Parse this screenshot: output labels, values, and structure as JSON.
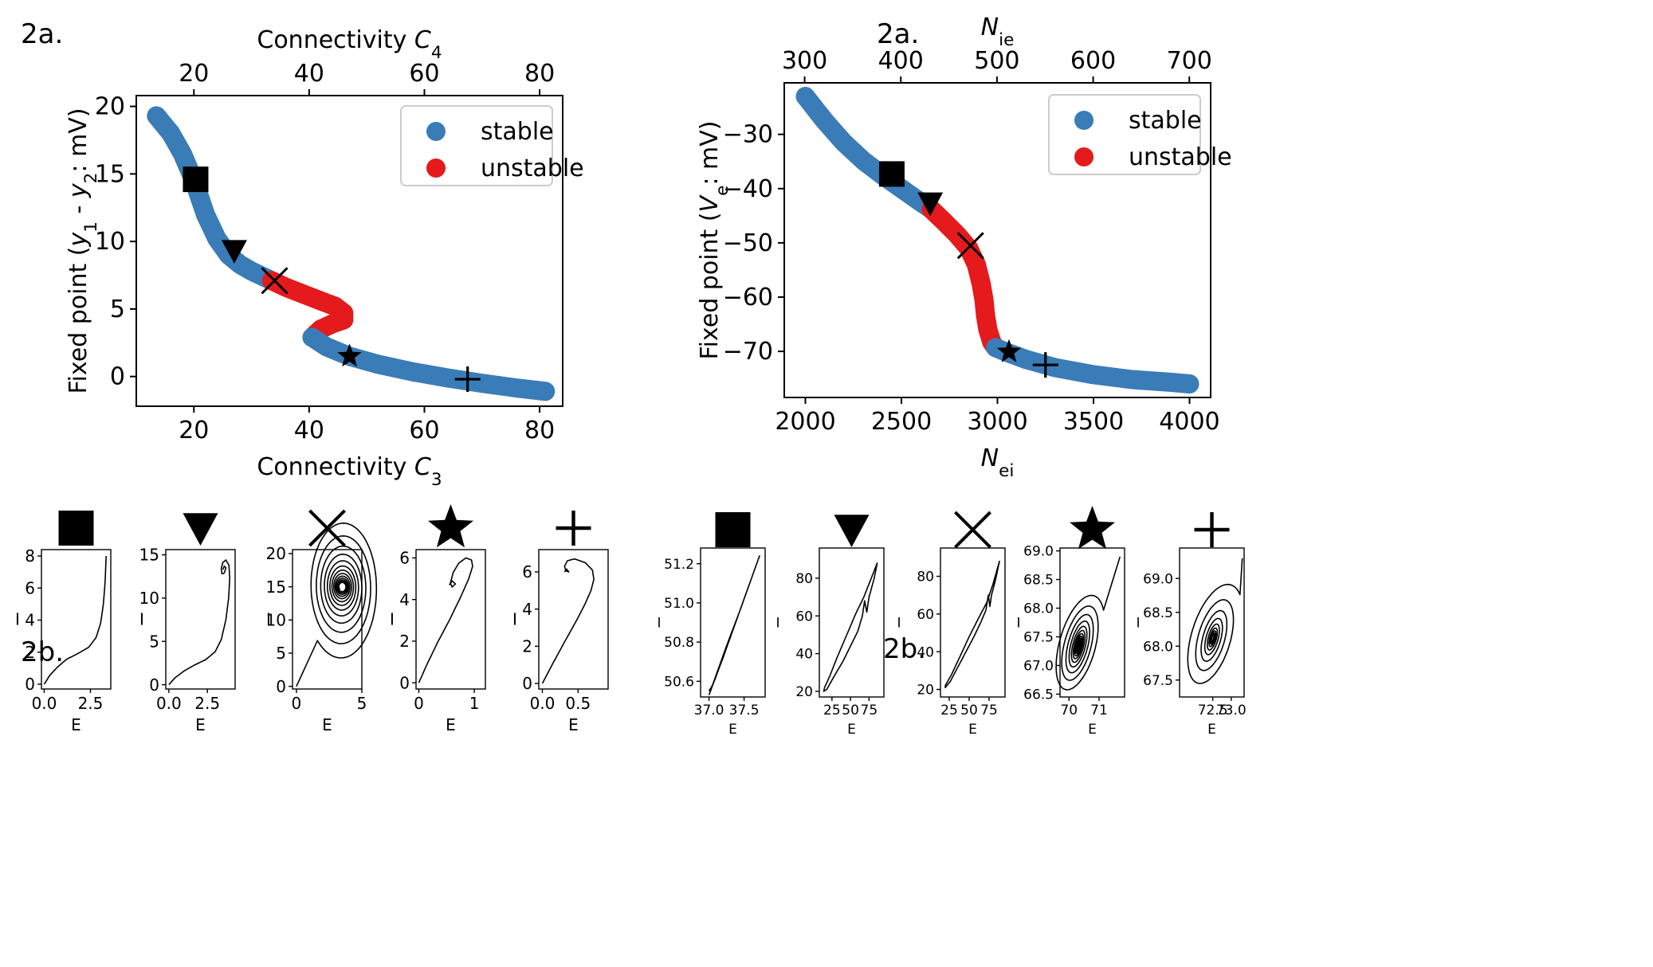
{
  "figure": {
    "panels": {
      "left_a": "2a.",
      "right_a": "2a.",
      "left_b": "2b.",
      "right_b": "2b."
    }
  },
  "chart_data": [
    {
      "id": "left-main",
      "type": "scatter",
      "xlabel": "Connectivity C_3",
      "x2label": "Connectivity C_4",
      "ylabel": "Fixed point (y_1 - y_2: mV)",
      "xlim": [
        10,
        84
      ],
      "ylim": [
        -2.2,
        20.8
      ],
      "x2lim": [
        10,
        84
      ],
      "xticks": [
        "20",
        "40",
        "60",
        "80"
      ],
      "x2ticks": [
        "20",
        "40",
        "60",
        "80"
      ],
      "yticks": [
        "0",
        "5",
        "10",
        "15",
        "20"
      ],
      "legend": {
        "position": "top-right",
        "entries": [
          {
            "label": "stable",
            "color": "#3a7cb8"
          },
          {
            "label": "unstable",
            "color": "#e41a1c"
          }
        ]
      },
      "series": [
        {
          "name": "stable",
          "color": "#3a7cb8",
          "x": [
            13.5,
            16,
            18,
            20,
            22,
            24,
            26,
            28,
            30,
            32,
            33.5
          ],
          "y": [
            19.3,
            18.0,
            16.5,
            14.5,
            12.0,
            10.2,
            9.0,
            8.3,
            7.8,
            7.4,
            7.1
          ]
        },
        {
          "name": "unstable",
          "color": "#e41a1c",
          "x": [
            33.5,
            36,
            39,
            42,
            44.5,
            46,
            46,
            44,
            42,
            40.5
          ],
          "y": [
            7.1,
            6.6,
            6.1,
            5.6,
            5.2,
            4.7,
            4.2,
            3.9,
            3.5,
            2.9
          ]
        },
        {
          "name": "stable",
          "color": "#3a7cb8",
          "x": [
            40.5,
            43,
            47,
            52,
            58,
            64,
            70,
            76,
            81
          ],
          "y": [
            2.9,
            2.2,
            1.5,
            0.9,
            0.35,
            -0.1,
            -0.5,
            -0.85,
            -1.1
          ]
        }
      ],
      "markers": [
        {
          "symbol": "square",
          "x": 20.3,
          "y": 14.6
        },
        {
          "symbol": "triangle",
          "x": 27,
          "y": 9.3
        },
        {
          "symbol": "x",
          "x": 34,
          "y": 7.1
        },
        {
          "symbol": "star",
          "x": 47,
          "y": 1.5
        },
        {
          "symbol": "plus",
          "x": 67.5,
          "y": -0.2
        }
      ]
    },
    {
      "id": "right-main",
      "type": "scatter",
      "xlabel": "N_ei",
      "x2label": "N_ie",
      "ylabel": "Fixed point (V_e: mV)",
      "xlim": [
        1890,
        4110
      ],
      "ylim": [
        -78.5,
        -20.5
      ],
      "x2lim": [
        278.8,
        722.2
      ],
      "xticks": [
        "2000",
        "2500",
        "3000",
        "3500",
        "4000"
      ],
      "x2ticks": [
        "300",
        "400",
        "500",
        "600",
        "700"
      ],
      "yticks": [
        "−30",
        "−40",
        "−50",
        "−60",
        "−70"
      ],
      "legend": {
        "position": "top-right",
        "entries": [
          {
            "label": "stable",
            "color": "#3a7cb8"
          },
          {
            "label": "unstable",
            "color": "#e41a1c"
          }
        ]
      },
      "series": [
        {
          "name": "stable",
          "color": "#3a7cb8",
          "x": [
            2000,
            2100,
            2200,
            2300,
            2400,
            2500,
            2600,
            2655
          ],
          "y": [
            -23,
            -27.5,
            -31.5,
            -34.8,
            -37.5,
            -40,
            -42.5,
            -43.8
          ]
        },
        {
          "name": "unstable",
          "color": "#e41a1c",
          "x": [
            2655,
            2720,
            2790,
            2850,
            2890,
            2915,
            2930,
            2938,
            2950,
            2970,
            2990
          ],
          "y": [
            -43.8,
            -46,
            -48.5,
            -51,
            -54,
            -57.5,
            -60.5,
            -63.5,
            -66,
            -68.3,
            -69.3
          ]
        },
        {
          "name": "stable",
          "color": "#3a7cb8",
          "x": [
            2990,
            3050,
            3150,
            3300,
            3500,
            3700,
            3900,
            4000
          ],
          "y": [
            -69.3,
            -70.2,
            -71.5,
            -73,
            -74.3,
            -75.2,
            -75.7,
            -76
          ]
        }
      ],
      "markers": [
        {
          "symbol": "square",
          "x": 2450,
          "y": -37.3
        },
        {
          "symbol": "triangle",
          "x": 2650,
          "y": -42.7
        },
        {
          "symbol": "x",
          "x": 2860,
          "y": -50.5
        },
        {
          "symbol": "star",
          "x": 3060,
          "y": -70.1
        },
        {
          "symbol": "plus",
          "x": 3250,
          "y": -72.5
        }
      ]
    },
    {
      "id": "left-small",
      "type": "line",
      "xlabel": "E",
      "ylabel": "I",
      "plots": [
        {
          "symbol": "square",
          "xlim": [
            -0.15,
            3.6
          ],
          "ylim": [
            -0.3,
            8.4
          ],
          "xticks": [
            0,
            2.5
          ],
          "xtick_labels": [
            "0.0",
            "2.5"
          ],
          "yticks": [
            0,
            2,
            4,
            6,
            8
          ],
          "ytick_labels": [
            "0",
            "2",
            "4",
            "6",
            "8"
          ],
          "curve": {
            "kind": "path",
            "x": [
              0,
              0.3,
              0.7,
              1.2,
              1.8,
              2.4,
              2.8,
              3.05,
              3.2,
              3.3,
              3.35
            ],
            "y": [
              0,
              0.55,
              1.05,
              1.55,
              1.9,
              2.3,
              2.9,
              3.8,
              5.0,
              6.5,
              8.0
            ]
          }
        },
        {
          "symbol": "triangle",
          "xlim": [
            -0.2,
            4.3
          ],
          "ylim": [
            -0.5,
            15.6
          ],
          "xticks": [
            0,
            2.5
          ],
          "xtick_labels": [
            "0.0",
            "2.5"
          ],
          "yticks": [
            0,
            5,
            10,
            15
          ],
          "ytick_labels": [
            "0",
            "5",
            "10",
            "15"
          ],
          "curve": {
            "kind": "path",
            "x": [
              0,
              0.4,
              1.0,
              1.7,
              2.4,
              3.0,
              3.4,
              3.7,
              3.88,
              3.95,
              3.9,
              3.7,
              3.5,
              3.4,
              3.45,
              3.6,
              3.7,
              3.6,
              3.5
            ],
            "y": [
              0,
              0.8,
              1.6,
              2.3,
              2.9,
              3.8,
              5.2,
              7.5,
              10.0,
              12.3,
              13.8,
              14.4,
              14.1,
              13.4,
              12.8,
              12.9,
              13.5,
              13.7,
              13.3
            ]
          }
        },
        {
          "symbol": "x",
          "xlim": [
            -0.3,
            5.0
          ],
          "ylim": [
            -0.4,
            20.6
          ],
          "xticks": [
            0,
            5
          ],
          "xtick_labels": [
            "0",
            "5"
          ],
          "yticks": [
            0,
            5,
            10,
            15,
            20
          ],
          "ytick_labels": [
            "0",
            "5",
            "10",
            "15",
            "20"
          ],
          "curve": {
            "kind": "spiral",
            "start": [
              0,
              0
            ],
            "center": [
              3.5,
              15.0
            ],
            "rx_max": 2.8,
            "ry_max": 11.0,
            "rx_min": 0.25,
            "ry_min": 0.6,
            "turns": 13
          }
        },
        {
          "symbol": "star",
          "xlim": [
            -0.05,
            1.2
          ],
          "ylim": [
            -0.3,
            6.4
          ],
          "xticks": [
            0,
            1
          ],
          "xtick_labels": [
            "0",
            "1"
          ],
          "yticks": [
            0,
            2,
            4,
            6
          ],
          "ytick_labels": [
            "0",
            "2",
            "4",
            "6"
          ],
          "curve": {
            "kind": "path",
            "x": [
              0,
              0.15,
              0.35,
              0.55,
              0.75,
              0.9,
              0.97,
              0.95,
              0.85,
              0.72,
              0.62,
              0.57,
              0.6,
              0.66,
              0.6,
              0.55
            ],
            "y": [
              0,
              0.9,
              2.0,
              3.0,
              4.1,
              5.0,
              5.6,
              5.9,
              6.0,
              5.75,
              5.3,
              4.8,
              4.6,
              4.75,
              4.9,
              4.7
            ]
          }
        },
        {
          "symbol": "plus",
          "xlim": [
            -0.05,
            0.92
          ],
          "ylim": [
            -0.3,
            7.2
          ],
          "xticks": [
            0,
            0.5
          ],
          "xtick_labels": [
            "0.0",
            "0.5"
          ],
          "yticks": [
            0,
            2,
            4,
            6
          ],
          "ytick_labels": [
            "0",
            "2",
            "4",
            "6"
          ],
          "curve": {
            "kind": "path",
            "x": [
              0,
              0.15,
              0.32,
              0.48,
              0.6,
              0.68,
              0.72,
              0.7,
              0.6,
              0.45,
              0.35,
              0.31,
              0.33,
              0.37,
              0.34,
              0.31
            ],
            "y": [
              0,
              1.1,
              2.3,
              3.4,
              4.3,
              5.0,
              5.6,
              6.1,
              6.5,
              6.7,
              6.6,
              6.3,
              6.05,
              6.0,
              6.15,
              6.0
            ]
          }
        }
      ]
    },
    {
      "id": "right-small",
      "type": "line",
      "xlabel": "E",
      "ylabel": "I",
      "plots": [
        {
          "symbol": "square",
          "xlim": [
            36.88,
            37.8
          ],
          "ylim": [
            50.52,
            51.28
          ],
          "xticks": [
            37.0,
            37.5
          ],
          "xtick_labels": [
            "37.0",
            "37.5"
          ],
          "yticks": [
            50.6,
            50.8,
            51.0,
            51.2
          ],
          "ytick_labels": [
            "50.6",
            "50.8",
            "51.0",
            "51.2"
          ],
          "curve": {
            "kind": "path",
            "x": [
              37.0,
              37.2,
              37.4,
              37.6,
              37.72,
              37.45,
              37.25,
              37.05,
              37.0
            ],
            "y": [
              50.53,
              50.72,
              50.92,
              51.12,
              51.24,
              50.97,
              50.78,
              50.58,
              50.55
            ]
          }
        },
        {
          "symbol": "triangle",
          "xlim": [
            8,
            95
          ],
          "ylim": [
            17,
            96
          ],
          "xticks": [
            25,
            50,
            75
          ],
          "xtick_labels": [
            "25",
            "50",
            "75"
          ],
          "yticks": [
            20,
            40,
            60,
            80
          ],
          "ytick_labels": [
            "20",
            "40",
            "60",
            "80"
          ],
          "curve": {
            "kind": "path",
            "x": [
              15,
              22,
              32,
              45,
              58,
              68,
              78,
              86,
              82,
              75,
              72,
              69,
              66,
              60,
              50,
              40,
              28,
              18,
              14,
              15
            ],
            "y": [
              22,
              28,
              38,
              50,
              62,
              70,
              80,
              88,
              80,
              70,
              62,
              68,
              60,
              52,
              44,
              36,
              28,
              21,
              20,
              22
            ]
          }
        },
        {
          "symbol": "x",
          "xlim": [
            14,
            95
          ],
          "ylim": [
            16,
            95
          ],
          "xticks": [
            25,
            50,
            75
          ],
          "xtick_labels": [
            "25",
            "50",
            "75"
          ],
          "yticks": [
            20,
            40,
            60,
            80
          ],
          "ytick_labels": [
            "20",
            "40",
            "60",
            "80"
          ],
          "curve": {
            "kind": "path",
            "x": [
              20,
              28,
              38,
              50,
              62,
              72,
              80,
              88,
              83,
              78,
              76,
              74,
              71,
              65,
              56,
              46,
              36,
              26,
              20,
              20
            ],
            "y": [
              22,
              28,
              37,
              48,
              58,
              66,
              76,
              88,
              78,
              70,
              64,
              70,
              62,
              56,
              48,
              40,
              32,
              24,
              21,
              22
            ]
          }
        },
        {
          "symbol": "star",
          "xlim": [
            69.7,
            71.85
          ],
          "ylim": [
            66.45,
            69.05
          ],
          "xticks": [
            70,
            71
          ],
          "xtick_labels": [
            "70",
            "71"
          ],
          "yticks": [
            66.5,
            67.0,
            67.5,
            68.0,
            68.5,
            69.0
          ],
          "ytick_labels": [
            "66.5",
            "67.0",
            "67.5",
            "68.0",
            "68.5",
            "69.0"
          ],
          "curve": {
            "kind": "spiral",
            "start": [
              71.7,
              68.9
            ],
            "center": [
              70.32,
              67.35
            ],
            "rx_max": 0.75,
            "ry_max": 0.9,
            "rx_min": 0.02,
            "ry_min": 0.05,
            "turns": 12,
            "tilt": 0.55
          }
        },
        {
          "symbol": "plus",
          "xlim": [
            71.6,
            73.35
          ],
          "ylim": [
            67.25,
            69.45
          ],
          "xticks": [
            72.5,
            73.0
          ],
          "xtick_labels": [
            "72.5",
            "73.0"
          ],
          "yticks": [
            67.5,
            68.0,
            68.5,
            69.0
          ],
          "ytick_labels": [
            "67.5",
            "68.0",
            "68.5",
            "69.0"
          ],
          "curve": {
            "kind": "spiral",
            "start": [
              73.3,
              69.3
            ],
            "center": [
              72.5,
              68.12
            ],
            "rx_max": 0.7,
            "ry_max": 0.82,
            "rx_min": 0.02,
            "ry_min": 0.04,
            "turns": 9,
            "tilt": 0.55
          }
        }
      ]
    }
  ]
}
